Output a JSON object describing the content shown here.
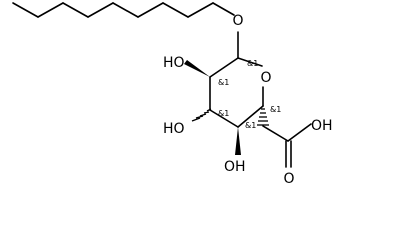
{
  "structure": {
    "labels": {
      "ether_o": "O",
      "ring_o": "O",
      "oh_c2": "HO",
      "oh_c3": "HO",
      "oh_c4": "OH",
      "cooh_oh": "OH",
      "carbonyl_o": "O"
    },
    "stereo_label": "&1"
  }
}
